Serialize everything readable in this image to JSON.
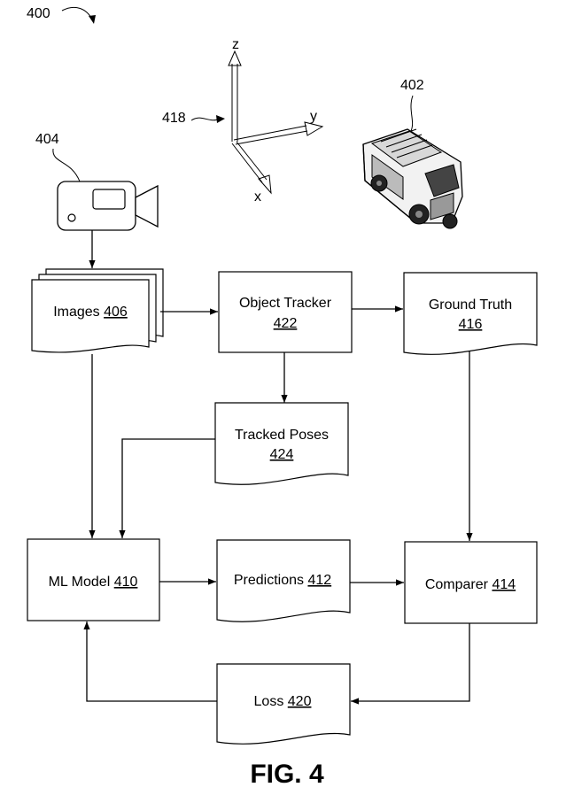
{
  "figure_ref": "400",
  "figure_caption": "FIG. 4",
  "axes": {
    "ref": "418",
    "z_label": "z",
    "y_label": "y",
    "x_label": "x"
  },
  "vehicle": {
    "ref": "402",
    "icon": "fire-truck-icon"
  },
  "camera": {
    "ref": "404",
    "icon": "video-camera-icon"
  },
  "blocks": {
    "images": {
      "label": "Images",
      "ref": "406"
    },
    "object_tracker": {
      "label": "Object Tracker",
      "ref": "422"
    },
    "ground_truth": {
      "label": "Ground Truth",
      "ref": "416"
    },
    "tracked_poses": {
      "label": "Tracked Poses",
      "ref": "424"
    },
    "ml_model": {
      "label": "ML Model",
      "ref": "410"
    },
    "predictions": {
      "label": "Predictions",
      "ref": "412"
    },
    "comparer": {
      "label": "Comparer",
      "ref": "414"
    },
    "loss": {
      "label": "Loss",
      "ref": "420"
    }
  }
}
